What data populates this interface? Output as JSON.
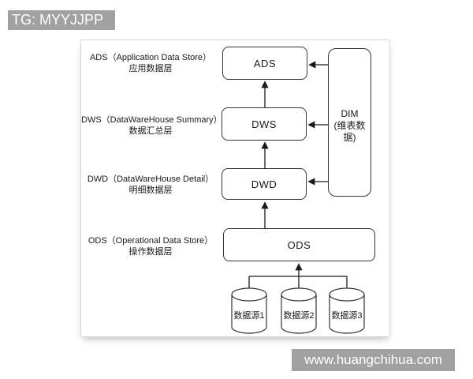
{
  "watermarks": {
    "top_left": "TG: MYYJJPP",
    "bottom_right": "www.huangchihua.com"
  },
  "diagram": {
    "layers": [
      {
        "box": "ADS",
        "label_en": "ADS（Application Data Store）",
        "label_zh": "应用数据层"
      },
      {
        "box": "DWS",
        "label_en": "DWS（DataWareHouse Summary）",
        "label_zh": "数据汇总层"
      },
      {
        "box": "DWD",
        "label_en": "DWD（DataWareHouse Detail）",
        "label_zh": "明细数据层"
      },
      {
        "box": "ODS",
        "label_en": "ODS（Operational Data Store）",
        "label_zh": "操作数据层"
      }
    ],
    "dim_box": {
      "line1": "DIM",
      "line2": "(维表数",
      "line3": "据)"
    },
    "datasources": [
      "数据源1",
      "数据源2",
      "数据源3"
    ]
  },
  "colors": {
    "watermark_bg": "#a1a1a1",
    "watermark_text": "#ffffff",
    "shape_stroke": "#333333",
    "arrow_stroke": "#1a1a1a",
    "panel_border": "#d6d6d6"
  }
}
